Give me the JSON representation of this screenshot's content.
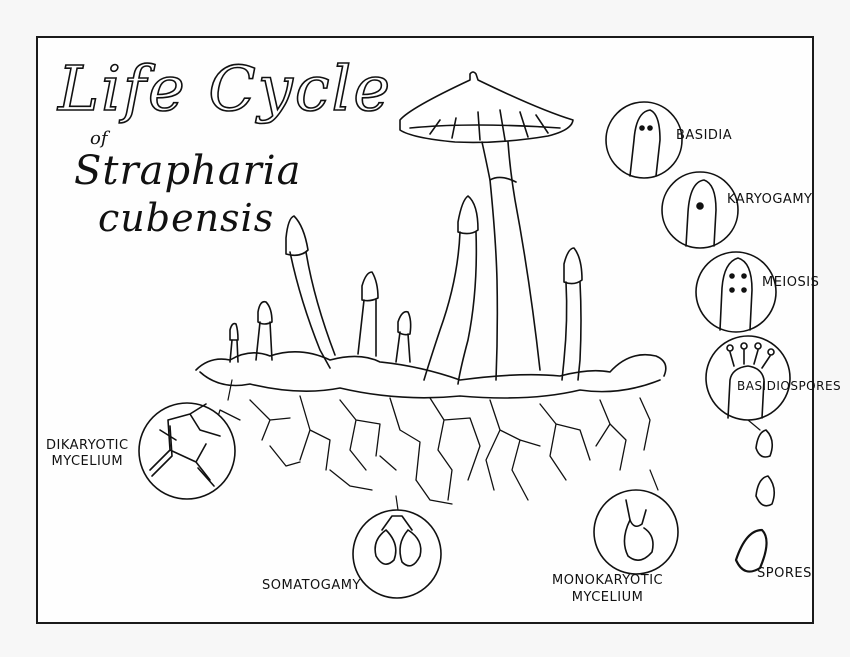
{
  "title": {
    "line1": "Life Cycle",
    "line2": "of",
    "line3": "Strapharia",
    "line4": "cubensis"
  },
  "labels": {
    "basidia": "BASIDIA",
    "karyogamy": "KARYOGAMY",
    "meiosis": "MEIOSIS",
    "basidiospores": "BASIDIOSPORES",
    "dikaryotic_mycelium": [
      "DIKARYOTIC",
      "MYCELIUM"
    ],
    "somatogamy": "SOMATOGAMY",
    "monokaryotic_mycelium": [
      "MONOKARYOTIC",
      "MYCELIUM"
    ],
    "spores": "SPORES"
  },
  "colors": {
    "ink": "#111111",
    "paper": "#fefefe"
  }
}
